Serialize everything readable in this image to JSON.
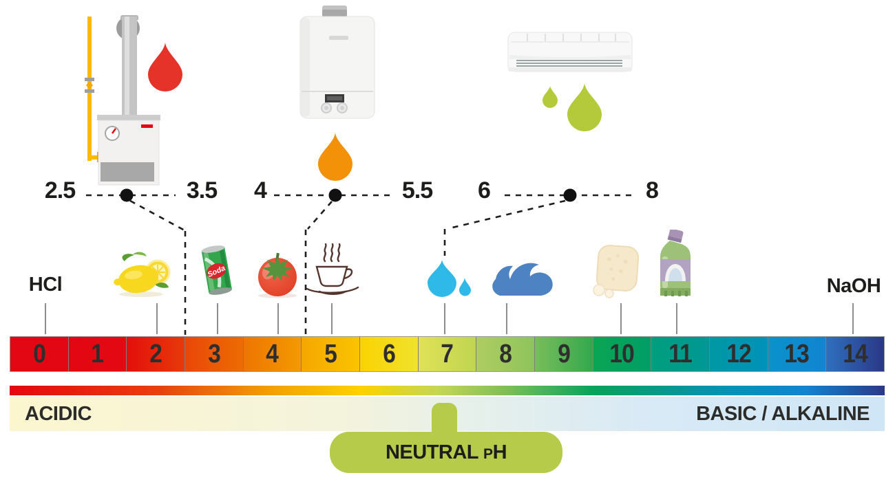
{
  "appliance_ranges": [
    {
      "name": "floor-standing-boiler",
      "low": "2.5",
      "high": "3.5",
      "drop_color": "#e6332a"
    },
    {
      "name": "wall-hung-boiler",
      "low": "4",
      "high": "5.5",
      "drop_color": "#f39208"
    },
    {
      "name": "air-conditioner",
      "low": "6",
      "high": "8",
      "drop_color": "#b5ca3b"
    }
  ],
  "scale": {
    "min": 0,
    "max": 14,
    "cells": [
      {
        "label": "0",
        "color_left": "#e30613",
        "color_right": "#e30613"
      },
      {
        "label": "1",
        "color_left": "#e30613",
        "color_right": "#e30911"
      },
      {
        "label": "2",
        "color_left": "#e40f0b",
        "color_right": "#e73a0a"
      },
      {
        "label": "3",
        "color_left": "#e94709",
        "color_right": "#ed6c02"
      },
      {
        "label": "4",
        "color_left": "#ee7500",
        "color_right": "#f39a00"
      },
      {
        "label": "5",
        "color_left": "#f5a700",
        "color_right": "#fac400"
      },
      {
        "label": "6",
        "color_left": "#fbd300",
        "color_right": "#efe22e"
      },
      {
        "label": "7",
        "color_left": "#e0e156",
        "color_right": "#c0d551"
      },
      {
        "label": "8",
        "color_left": "#aecd60",
        "color_right": "#8ec45c"
      },
      {
        "label": "9",
        "color_left": "#79bd5a",
        "color_right": "#33a84d"
      },
      {
        "label": "10",
        "color_left": "#0ba553",
        "color_right": "#009e67"
      },
      {
        "label": "11",
        "color_left": "#009f7d",
        "color_right": "#009795"
      },
      {
        "label": "12",
        "color_left": "#0098a4",
        "color_right": "#0092ba"
      },
      {
        "label": "13",
        "color_left": "#0a92ca",
        "color_right": "#1184d2"
      },
      {
        "label": "14",
        "color_left": "#2e70be",
        "color_right": "#2b3787"
      }
    ]
  },
  "extremes": {
    "acid": "HCl",
    "base": "NaOH"
  },
  "markers": [
    {
      "name": "hydrochloric-acid",
      "label": "HCl",
      "ph": 0
    },
    {
      "name": "lemon",
      "ph": 2
    },
    {
      "name": "soda-can",
      "ph": 3,
      "can_label": "Soda"
    },
    {
      "name": "tomato",
      "ph": 4
    },
    {
      "name": "coffee-cup",
      "ph": 5
    },
    {
      "name": "water-drops",
      "ph": 7
    },
    {
      "name": "sea-waves",
      "ph": 8
    },
    {
      "name": "soap-bar",
      "ph": 10
    },
    {
      "name": "cleaning-bottle",
      "ph": 11
    },
    {
      "name": "sodium-hydroxide",
      "label": "NaOH",
      "ph": 14
    }
  ],
  "bands": {
    "acidic": "ACIDIC",
    "basic": "BASIC / ALKALINE"
  },
  "neutral": {
    "word": "NEUTRAL ",
    "p": "P",
    "h": "H"
  },
  "soda_label": "Soda",
  "colors": {
    "red_drop": "#e6332a",
    "orange_drop": "#f39208",
    "green_drop": "#b5ca3b",
    "water_blue": "#2fb9e9",
    "wave_blue": "#4d82c3",
    "neutral_green": "#b6cb4a",
    "gas_pipe_yellow": "#fbba00"
  }
}
